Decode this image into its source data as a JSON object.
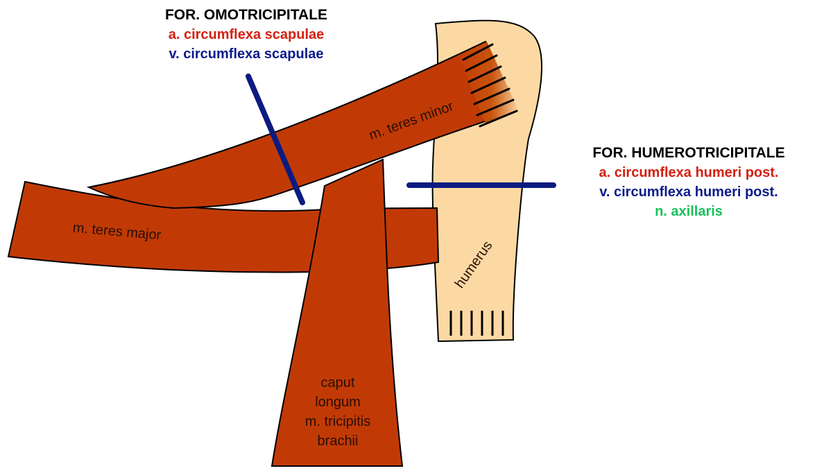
{
  "omotricipitale": {
    "title": "FOR. OMOTRICIPITALE",
    "artery": "a. circumflexa scapulae",
    "vein": "v. circumflexa scapulae"
  },
  "humerotricipitale": {
    "title": "FOR. HUMEROTRICIPITALE",
    "artery": "a. circumflexa humeri post.",
    "vein": "v. circumflexa humeri post.",
    "nerve": "n. axillaris"
  },
  "structures": {
    "teres_minor": "m. teres minor",
    "teres_major": "m. teres major",
    "humerus": "humerus",
    "triceps_line1": "caput",
    "triceps_line2": "longum",
    "triceps_line3": "m. tricipitis",
    "triceps_line4": "brachii"
  },
  "colors": {
    "muscle": "#c13a06",
    "muscle_outline": "#000000",
    "bone": "#fcd9a3",
    "artery_text": "#d4200f",
    "vein_text": "#0b1b8a",
    "nerve_text": "#19c05a",
    "pointer_line": "#0b1b80",
    "title_text": "#000000"
  }
}
